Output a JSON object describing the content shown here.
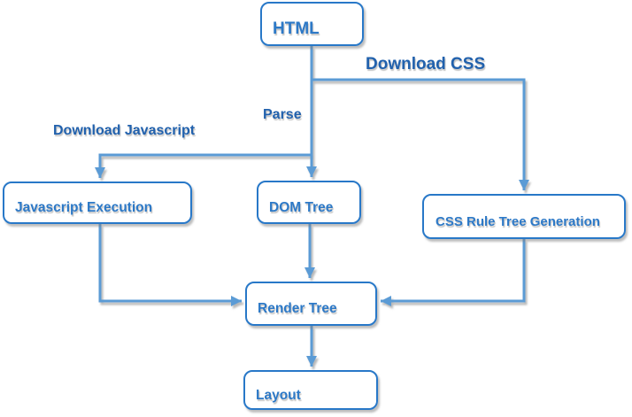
{
  "colors": {
    "node_stroke": "#2878c8",
    "node_text": "#2d79c7",
    "edge_stroke": "#5b9bd5",
    "edge_label_text": "#2161ad"
  },
  "nodes": {
    "html": {
      "label": "HTML"
    },
    "js_exec": {
      "label": "Javascript Execution"
    },
    "dom_tree": {
      "label": "DOM Tree"
    },
    "css_rule": {
      "label": "CSS Rule Tree Generation"
    },
    "render_tree": {
      "label": "Render Tree"
    },
    "layout": {
      "label": "Layout"
    }
  },
  "edges": {
    "parse": {
      "label": "Parse"
    },
    "download_css": {
      "label": "Download CSS"
    },
    "download_js": {
      "label": "Download Javascript"
    }
  }
}
